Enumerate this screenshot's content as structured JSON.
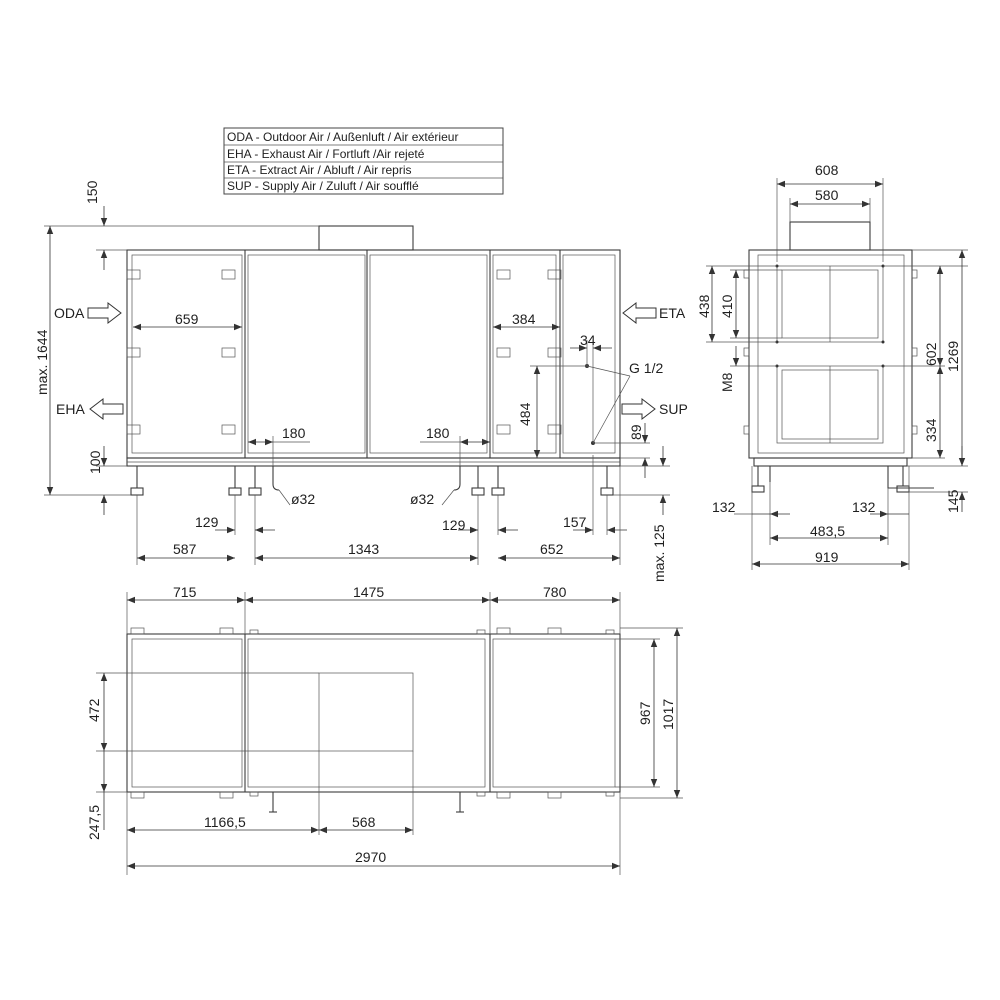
{
  "legend": [
    "ODA - Outdoor Air / Außenluft / Air extérieur",
    "EHA - Exhaust Air / Fortluft /Air rejeté",
    "ETA - Extract Air / Abluft / Air repris",
    "SUP - Supply Air / Zuluft / Air soufflé"
  ],
  "front": {
    "dim_150": "150",
    "dim_max1644": "max. 1644",
    "dim_100": "100",
    "oda": "ODA",
    "eha": "EHA",
    "eta": "ETA",
    "sup": "SUP",
    "dim_659": "659",
    "dim_384": "384",
    "dim_34": "34",
    "g12": "G 1/2",
    "dim_484": "484",
    "dim_180a": "180",
    "dim_180b": "180",
    "dim_89": "89",
    "d32a": "ø32",
    "d32b": "ø32",
    "dim_129a": "129",
    "dim_129b": "129",
    "dim_157": "157",
    "dim_587": "587",
    "dim_1343": "1343",
    "dim_652": "652",
    "dim_max125": "max. 125"
  },
  "side": {
    "dim_608": "608",
    "dim_580": "580",
    "dim_438": "438",
    "dim_410": "410",
    "m8": "M8",
    "dim_602": "602",
    "dim_1269": "1269",
    "dim_334": "334",
    "dim_145": "145",
    "dim_132a": "132",
    "dim_132b": "132",
    "dim_483": "483,5",
    "dim_919": "919"
  },
  "top": {
    "dim_715": "715",
    "dim_1475": "1475",
    "dim_780": "780",
    "dim_472": "472",
    "dim_967": "967",
    "dim_1017": "1017",
    "dim_2475": "247,5",
    "dim_1166": "1166,5",
    "dim_568": "568",
    "dim_2970": "2970"
  }
}
